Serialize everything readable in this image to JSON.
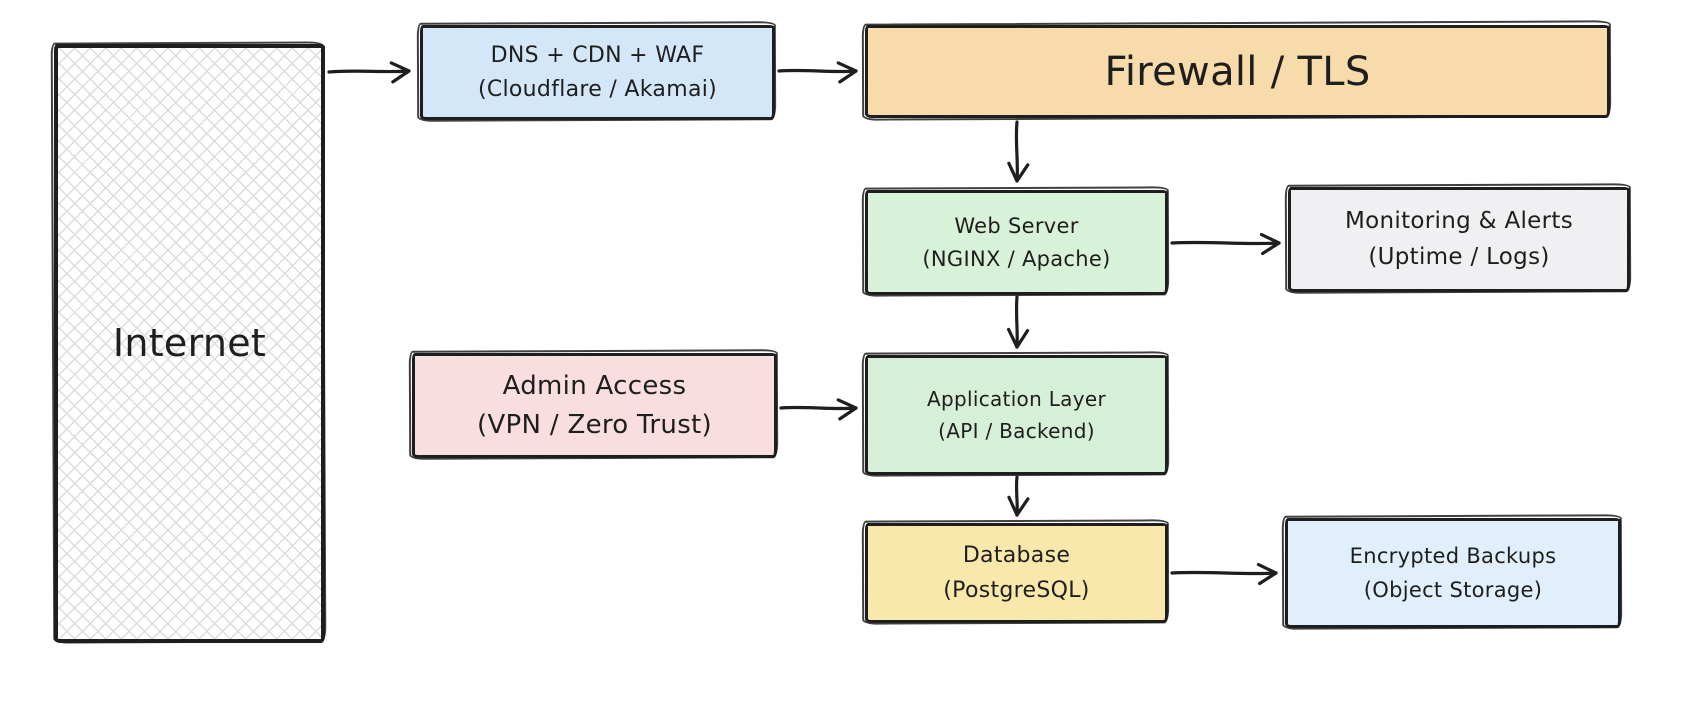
{
  "nodes": {
    "internet": {
      "lines": [
        "Internet"
      ],
      "fill": "#ffffff",
      "pattern": "cross-hatch"
    },
    "dns": {
      "lines": [
        "DNS + CDN + WAF",
        "(Cloudflare / Akamai)"
      ],
      "fill": "#d3e7f8"
    },
    "firewall": {
      "lines": [
        "Firewall / TLS"
      ],
      "fill": "#f8dbaa"
    },
    "web_server": {
      "lines": [
        "Web Server",
        "(NGINX / Apache)"
      ],
      "fill": "#d8f2d9"
    },
    "monitoring": {
      "lines": [
        "Monitoring & Alerts",
        "(Uptime / Logs)"
      ],
      "fill": "#f0f0f2"
    },
    "admin": {
      "lines": [
        "Admin Access",
        "(VPN / Zero Trust)"
      ],
      "fill": "#f8dede"
    },
    "application": {
      "lines": [
        "Application Layer",
        "(API / Backend)"
      ],
      "fill": "#d6efd8"
    },
    "database": {
      "lines": [
        "Database",
        "(PostgreSQL)"
      ],
      "fill": "#f9e8ac"
    },
    "backups": {
      "lines": [
        "Encrypted Backups",
        "(Object Storage)"
      ],
      "fill": "#e1eefb"
    }
  },
  "edges": [
    {
      "from": "internet",
      "to": "dns"
    },
    {
      "from": "dns",
      "to": "firewall"
    },
    {
      "from": "firewall",
      "to": "web_server"
    },
    {
      "from": "web_server",
      "to": "monitoring"
    },
    {
      "from": "web_server",
      "to": "application"
    },
    {
      "from": "admin",
      "to": "application"
    },
    {
      "from": "application",
      "to": "database"
    },
    {
      "from": "database",
      "to": "backups"
    }
  ],
  "colors": {
    "stroke": "#1e1e1e",
    "hatch_line": "#dcdcdc",
    "canvas_background": "#ffffff"
  }
}
